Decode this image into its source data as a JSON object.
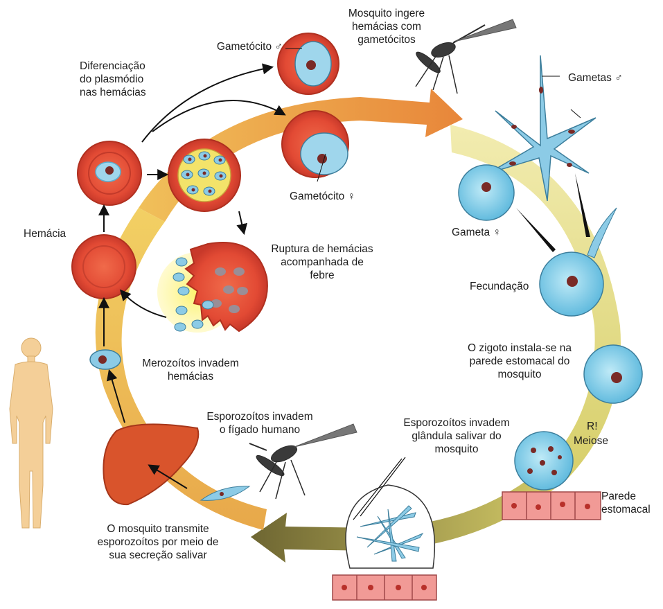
{
  "labels": {
    "mosquito_ingests": "Mosquito ingere\nhemácias com\ngametócitos",
    "gametocyte_male": "Gametócito ♂",
    "differentiation": "Diferenciação\ndo plasmódio\nnas hemácias",
    "gametes_male": "Gametas ♂",
    "gametocyte_female": "Gametócito ♀",
    "gamete_female": "Gameta ♀",
    "red_cell": "Hemácia",
    "rupture": "Ruptura de hemácias\nacompanhada de\nfebre",
    "fertilization": "Fecundação",
    "zygote": "O zigoto instala-se na\nparede estomacal do\nmosquito",
    "merozoites": "Merozoítos invadem\nhemácias",
    "meiosis_r": "R!",
    "meiosis": "Meiose",
    "sporozoites_liver": "Esporozoítos invadem\no fígado humano",
    "sporozoites_gland": "Esporozoítos invadem\nglândula salivar do\nmosquito",
    "stomach_wall": "Parede\nestomacal",
    "mosquito_transmits": "O mosquito transmite\nesporozoítos por meio de\nsua secreção salivar"
  },
  "colors": {
    "arrow_orange": "#e8923a",
    "arrow_yellow": "#e6dc7a",
    "arrow_olive": "#7a7236",
    "red_cell": "#e5533a",
    "cyan_cell": "#86d3ec",
    "nucleus": "#7a2a26",
    "fever_yellow": "#f4ea3a",
    "liver": "#d9542c",
    "body_skin": "#f4cf98",
    "tissue_pink": "#f19a96"
  }
}
